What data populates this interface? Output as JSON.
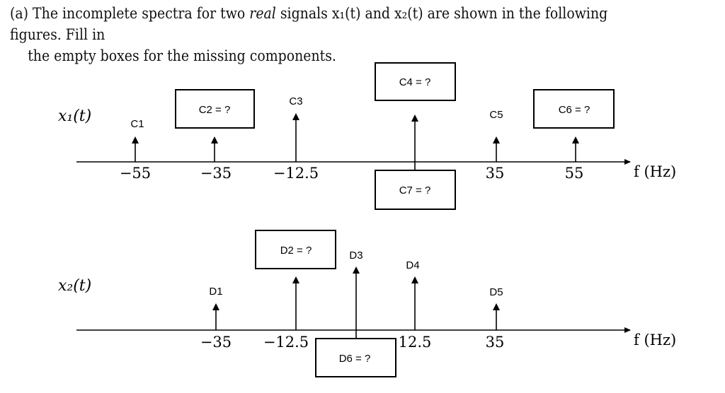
{
  "problem": {
    "part": "(a)",
    "text_before": "The incomplete spectra for two",
    "emphasis": "real",
    "text_signals": "signals x₁(t) and x₂(t) are shown in the following figures. Fill in",
    "line2": "the empty boxes for the missing components."
  },
  "axis_unit": "f (Hz)",
  "x1": {
    "signal_label": "x₁(t)",
    "ticks": [
      "−55",
      "−35",
      "−12.5",
      "35",
      "55"
    ],
    "components": [
      "C1",
      "C2 = ?",
      "C3",
      "C4 = ?",
      "C5",
      "C6 = ?",
      "C7 = ?"
    ]
  },
  "x2": {
    "signal_label": "x₂(t)",
    "ticks": [
      "−35",
      "−12.5",
      "12.5",
      "35"
    ],
    "components": [
      "D1",
      "D2 = ?",
      "D3",
      "D4",
      "D5",
      "D6 = ?"
    ]
  }
}
